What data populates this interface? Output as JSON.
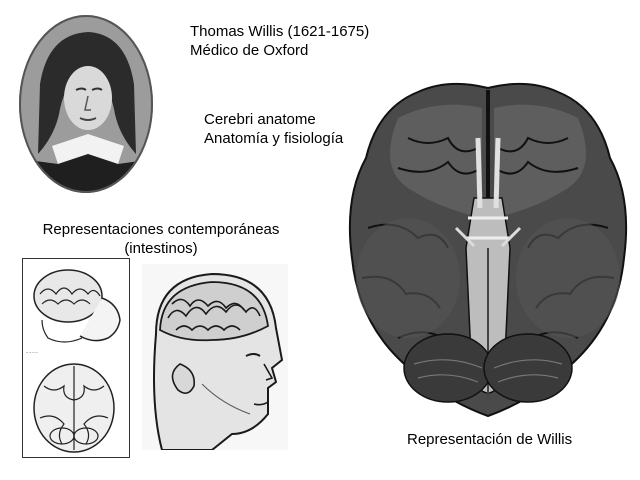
{
  "header": {
    "name_line": "Thomas Willis (1621-1675)",
    "role_line": "Médico de Oxford"
  },
  "work": {
    "title_line": "Cerebri anatome",
    "subtitle_line": "Anatomía y fisiología"
  },
  "contemporaries": {
    "line1": "Representaciones contemporáneas",
    "line2": "(intestinos)"
  },
  "willis_caption": "Representación de Willis",
  "icons": {
    "portrait": "portrait-icon",
    "old_prints": "brain-engraving-icon",
    "head_drawing": "head-drawing-icon",
    "willis_brain": "brain-base-icon"
  },
  "colors": {
    "background": "#ffffff",
    "text": "#000000",
    "ink": "#1a1a1a"
  }
}
